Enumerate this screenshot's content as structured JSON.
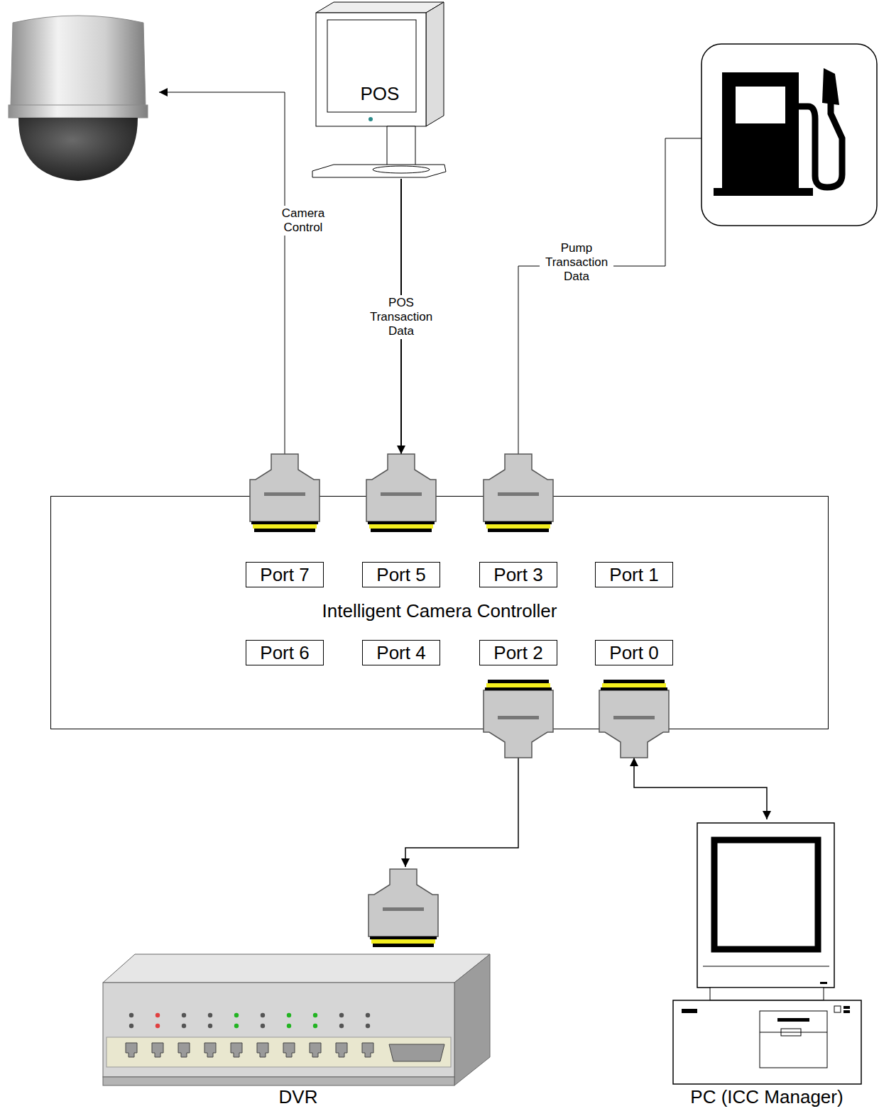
{
  "diagram": {
    "nodes": [
      {
        "text": [
          "POS"
        ]
      },
      {
        "text": [
          "Intelligent Camera Controller"
        ]
      },
      {
        "text": [
          "Port 7"
        ],
        "in": 1
      },
      {
        "text": [
          "Port 5"
        ],
        "in": 1
      },
      {
        "text": [
          "Port 3"
        ],
        "in": 1
      },
      {
        "text": [
          "Port 1"
        ],
        "in": 1
      },
      {
        "text": [
          "Port 6"
        ],
        "in": 1
      },
      {
        "text": [
          "Port 4"
        ],
        "in": 1
      },
      {
        "text": [
          "Port 2"
        ],
        "in": 1
      },
      {
        "text": [
          "Port 0"
        ],
        "in": 1
      },
      {
        "text": [
          "DVR"
        ]
      },
      {
        "text": [
          "PC (ICC Manager)"
        ]
      }
    ],
    "edges": [
      {
        "from": 0,
        "to": 3,
        "arrow": "to",
        "label": "POS Transaction Data"
      },
      {
        "from": 8,
        "to": 10,
        "arrow": "to"
      },
      {
        "from": 9,
        "to": 11,
        "arrow": "both"
      }
    ],
    "labels": [
      "Camera Control",
      "Pump Transaction Data"
    ]
  }
}
